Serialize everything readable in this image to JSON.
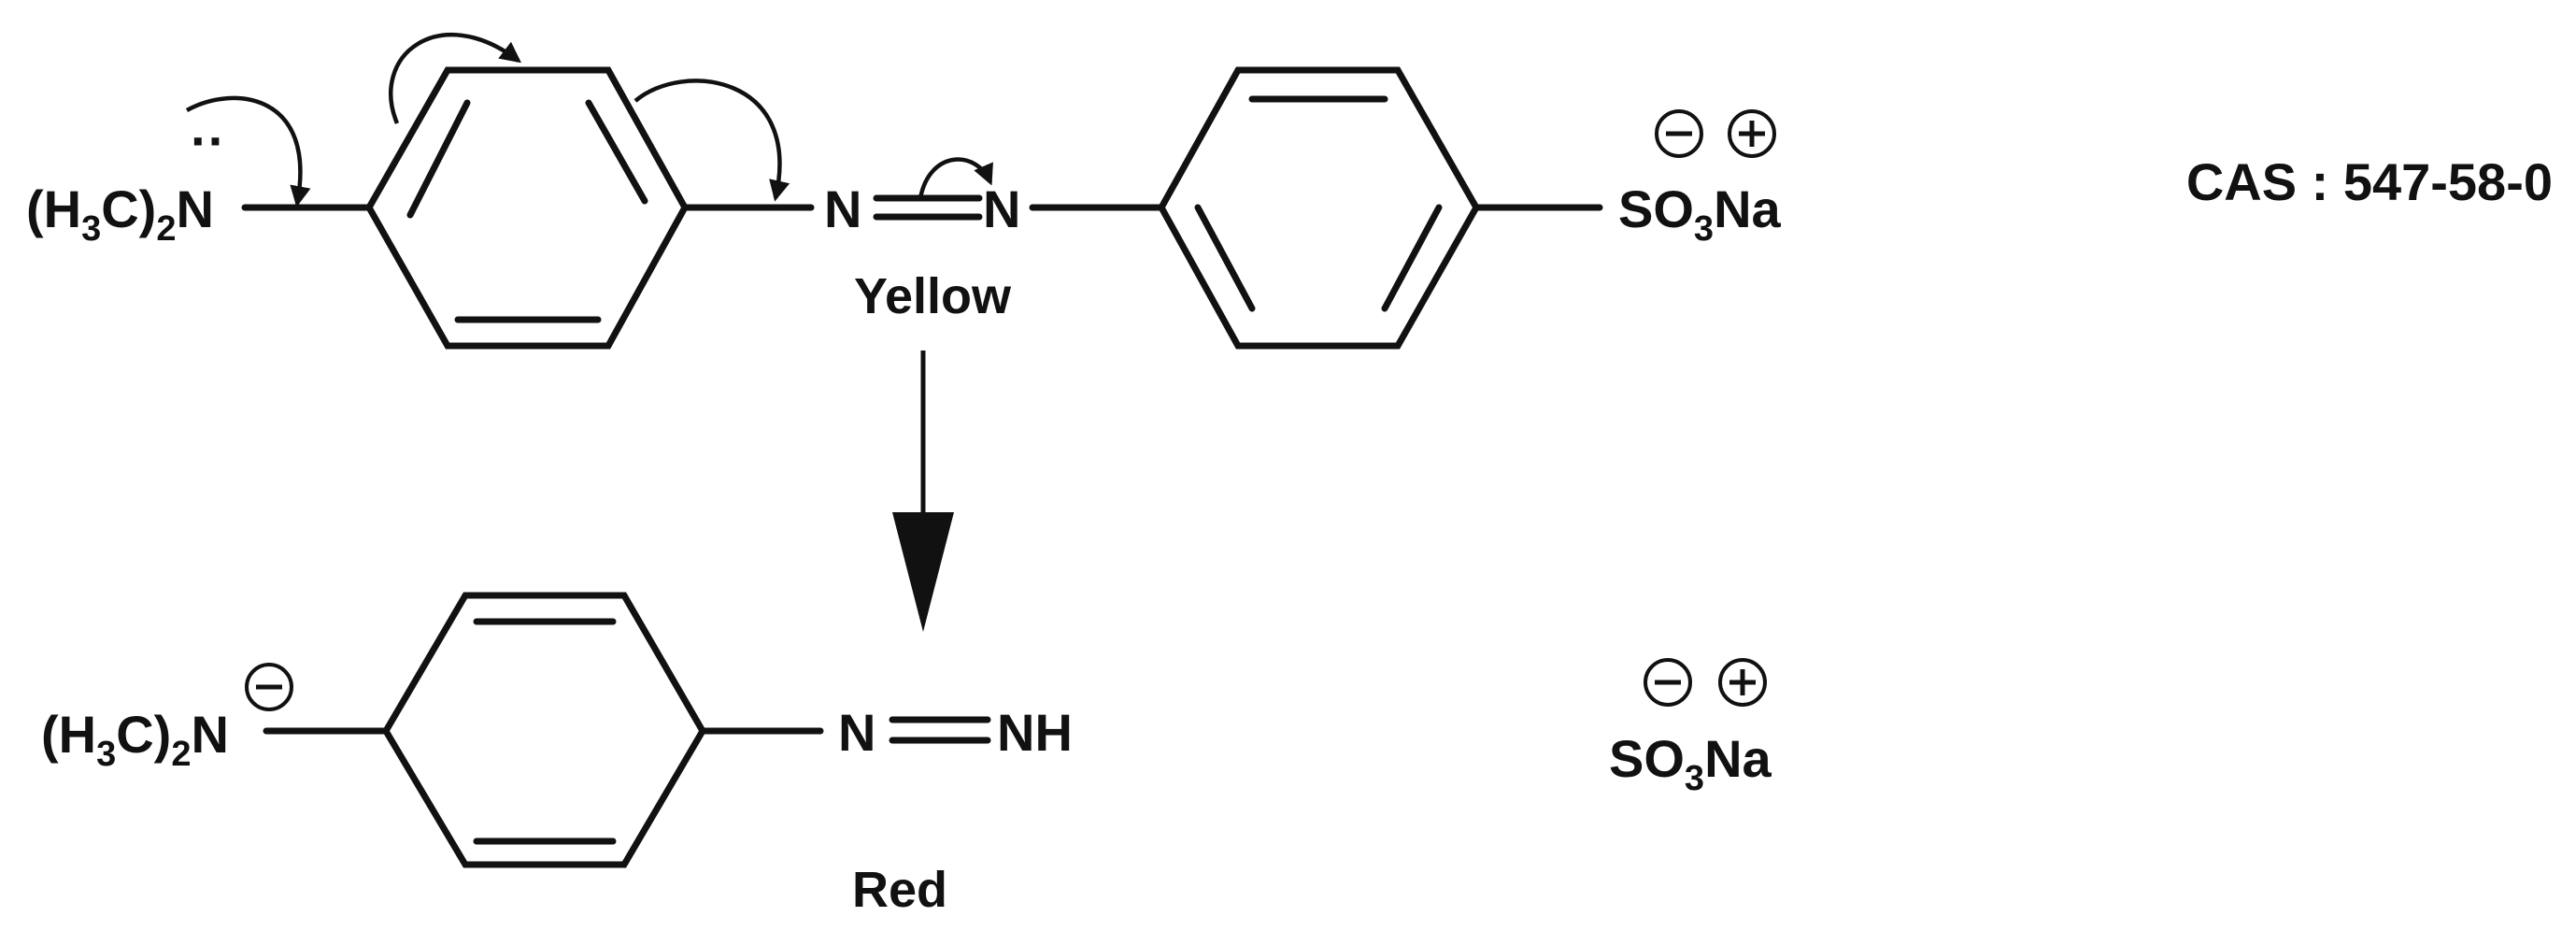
{
  "diagram": {
    "cas_text": "CAS : 547-58-0",
    "cas_color": "#ff0000",
    "ink_color": "#111111",
    "top_structure": {
      "amine_group": "(H3C)2N",
      "amine_parts": {
        "open": "(H",
        "sub1": "3",
        "mid": "C)",
        "sub2": "2",
        "atom": "N"
      },
      "lone_pair": "··",
      "azo_n1": "N",
      "azo_n2": "N",
      "sulfonate": {
        "main": "SO",
        "sub": "3",
        "counter": "Na"
      },
      "charge_minus": "−",
      "charge_plus": "+",
      "label": "Yellow"
    },
    "bottom_structure": {
      "amine_group": "(H3C)2N",
      "amine_parts": {
        "open": "(H",
        "sub1": "3",
        "mid": "C)",
        "sub2": "2",
        "atom": "N"
      },
      "amine_charge": "−",
      "azo_n1": "N",
      "azo_nh": "NH",
      "sulfonate": {
        "main": "SO",
        "sub": "3",
        "counter": "Na"
      },
      "charge_minus": "−",
      "charge_plus": "+",
      "label": "Red"
    },
    "transition_arrow": "down-arrow"
  }
}
